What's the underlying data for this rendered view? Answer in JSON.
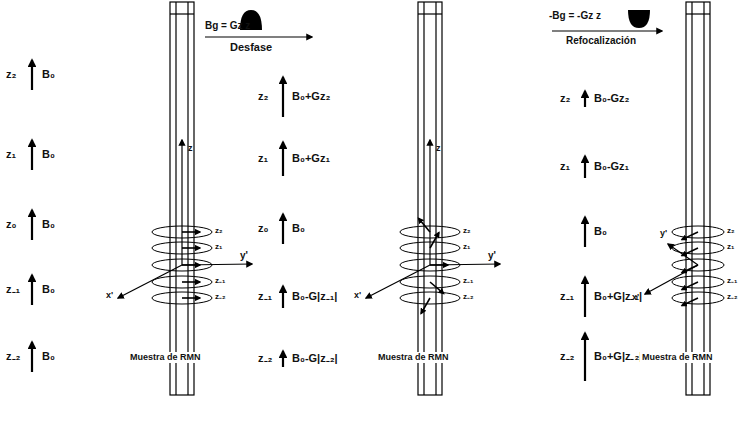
{
  "diagram": {
    "labels": [
      "z₂",
      "B₀",
      "z₁",
      "B₀",
      "z₀",
      "B₀",
      "z₋₁",
      "B₀",
      "z₋₂",
      "B₀",
      "z₂",
      "z₁",
      "z₋₁",
      "z₋₂",
      "z",
      "x'",
      "y'",
      "Muestra de RMN",
      "Bg = Gz z",
      "Desfase",
      "z₂",
      "B₀+Gz₂",
      "z₁",
      "B₀+Gz₁",
      "z₀",
      "B₀",
      "z₋₁",
      "B₀-G|z₋₁|",
      "z₋₂",
      "B₀-G|z₋₂|",
      "z₂",
      "z₁",
      "z₋₁",
      "z₋₂",
      "z",
      "x'",
      "y'",
      "Muestra de RMN",
      "-Bg = -Gz z",
      "Refocalización",
      "z₂",
      "B₀-Gz₂",
      "z₁",
      "B₀-Gz₁",
      "B₀",
      "z₋₁",
      "B₀+G|z₋₁|",
      "z₋₂",
      "B₀+G|z₋₂|",
      "z₂",
      "z₁",
      "z₋₁",
      "z₋₂",
      "y'",
      "x'",
      "Muestra de RMN"
    ]
  }
}
